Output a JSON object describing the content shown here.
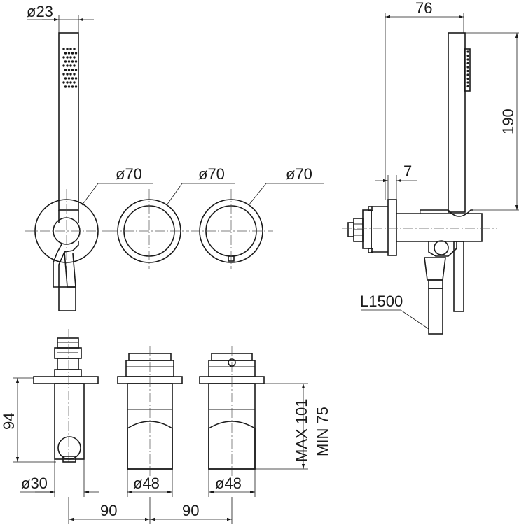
{
  "labels": {
    "d23": "ø23",
    "d70_a": "ø70",
    "d70_b": "ø70",
    "d70_c": "ø70",
    "w76": "76",
    "h190": "190",
    "w7": "7",
    "l1500": "L1500",
    "h94": "94",
    "max101": "MAX 101",
    "min75": "MIN 75",
    "d30": "ø30",
    "d48_a": "ø48",
    "d48_b": "ø48",
    "s90_a": "90",
    "s90_b": "90"
  }
}
